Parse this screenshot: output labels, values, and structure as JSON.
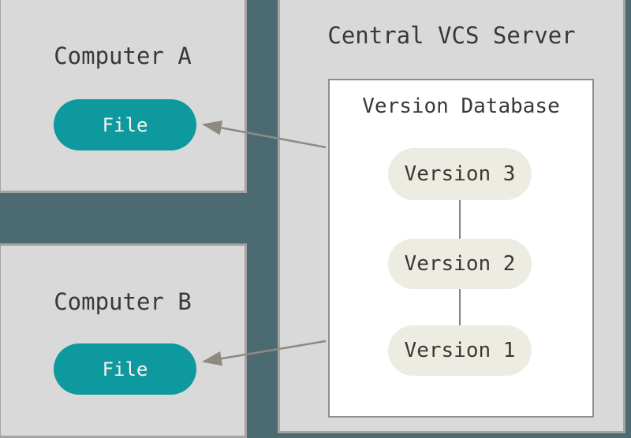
{
  "diagram": {
    "type": "centralized-version-control",
    "computer_a": {
      "label": "Computer A",
      "file_label": "File"
    },
    "computer_b": {
      "label": "Computer B",
      "file_label": "File"
    },
    "server": {
      "title": "Central VCS Server",
      "database": {
        "title": "Version Database",
        "versions": [
          "Version 3",
          "Version 2",
          "Version 1"
        ]
      }
    },
    "arrows": [
      {
        "name": "database-to-file-a",
        "from": "version-database-left-edge",
        "to": "computer-a-file-pill"
      },
      {
        "name": "database-to-file-b",
        "from": "version-database-left-edge",
        "to": "computer-b-file-pill"
      }
    ],
    "colors": {
      "background": "#4c6a72",
      "box_fill": "#d9d9d9",
      "box_border": "#a6a4a2",
      "database_fill": "#ffffff",
      "database_border": "#908e8c",
      "file_pill_fill": "#0d999e",
      "file_pill_text": "#f3f2ee",
      "version_pill_fill": "#edece2",
      "label_text": "#3b3734",
      "arrow": "#8e8a80"
    }
  }
}
